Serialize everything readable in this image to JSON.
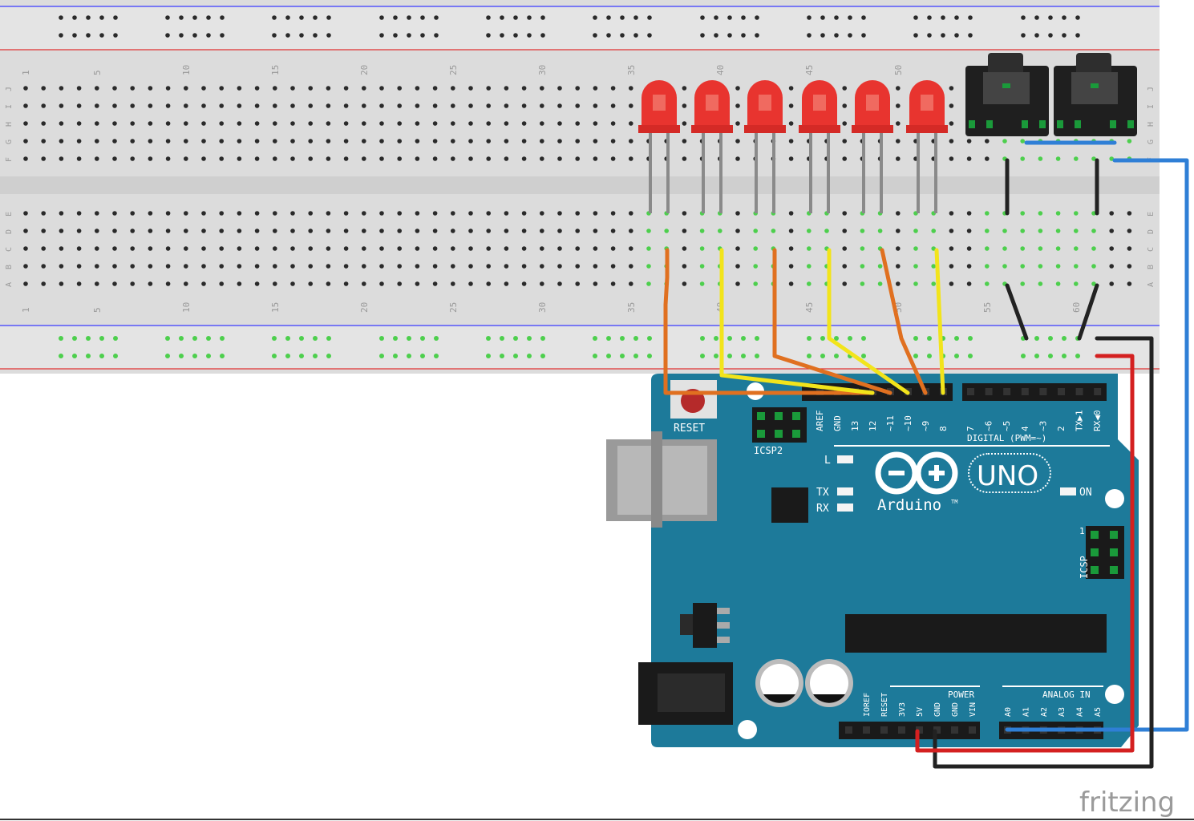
{
  "breadboard": {
    "row_letters_top": [
      "J",
      "I",
      "H",
      "G",
      "F"
    ],
    "row_letters_bottom": [
      "E",
      "D",
      "C",
      "B",
      "A"
    ],
    "column_numbers": [
      "1",
      "5",
      "10",
      "15",
      "20",
      "25",
      "30",
      "35",
      "40",
      "45",
      "50",
      "55",
      "60"
    ]
  },
  "leds": {
    "count": 6,
    "color": "#e8342f"
  },
  "audio_jacks": {
    "count": 2
  },
  "arduino": {
    "logo_text": "Arduino",
    "trademark": "TM",
    "model": "UNO",
    "reset_label": "RESET",
    "icsp2_label": "ICSP2",
    "icsp_label": "ICSP",
    "icsp_pin1": "1",
    "l_label": "L",
    "tx_label": "TX",
    "rx_label": "RX",
    "on_label": "ON",
    "digital_label": "DIGITAL (PWM=~)",
    "power_label": "POWER",
    "analog_label": "ANALOG IN",
    "digital_pins": [
      "AREF",
      "GND",
      "13",
      "12",
      "~11",
      "~10",
      "~9",
      "8",
      "7",
      "~6",
      "~5",
      "4",
      "~3",
      "2",
      "TX▶1",
      "RX◀0"
    ],
    "power_pins": [
      "IOREF",
      "RESET",
      "3V3",
      "5V",
      "GND",
      "GND",
      "VIN"
    ],
    "analog_pins": [
      "A0",
      "A1",
      "A2",
      "A3",
      "A4",
      "A5"
    ],
    "board_color": "#1d7a9a"
  },
  "wire_colors": {
    "orange": "#e07020",
    "yellow": "#f2e41b",
    "black": "#222222",
    "red": "#d42020",
    "blue": "#2f7fd6"
  },
  "watermark": "fritzing"
}
